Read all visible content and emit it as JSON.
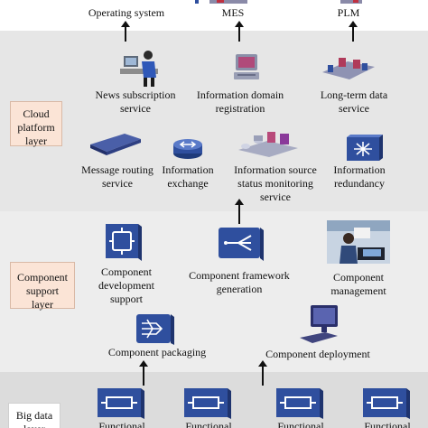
{
  "top_systems": {
    "operating_system": "Operating system",
    "mes": "MES",
    "plm": "PLM"
  },
  "layers": {
    "cloud": "Cloud platform layer",
    "component": "Component support layer",
    "bigdata": "Big data layer"
  },
  "cloud_services": {
    "news_subscription": "News subscription service",
    "info_domain_registration": "Information domain registration",
    "long_term_data": "Long-term data service",
    "message_routing": "Message routing service",
    "info_exchange": "Information exchange",
    "info_source_status": "Information source status monitoring service",
    "info_redundancy": "Information redundancy"
  },
  "component_services": {
    "dev_support": "Component development support",
    "framework_generation": "Component framework generation",
    "management": "Component management",
    "packaging": "Component packaging",
    "deployment": "Component deployment"
  },
  "bigdata_items": [
    "Functional",
    "Functional",
    "Functional",
    "Functional"
  ],
  "colors": {
    "cloud_band": "#e6e6e6",
    "component_band": "#ededed",
    "bigdata_band": "#dcdcdc",
    "layer_label_fill": "#fbe4d6",
    "icon_blue": "#2f4f9e"
  }
}
